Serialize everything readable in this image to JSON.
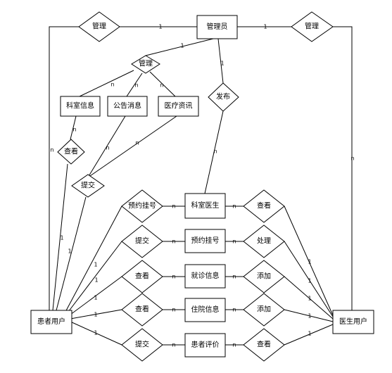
{
  "entities": {
    "admin": "管理员",
    "patient": "患者用户",
    "doctor": "医生用户",
    "dept_info": "科室信息",
    "notice": "公告消息",
    "medical_news": "医疗资讯",
    "dept_doctor": "科室医生",
    "reg_appointment": "预约挂号",
    "visit_info": "就诊信息",
    "inpatient_info": "住院信息",
    "patient_review": "患者评价"
  },
  "relations": {
    "admin_patient": "管理",
    "admin_doctor": "管理",
    "admin_items": "管理",
    "publish": "发布",
    "patient_view_dept": "查看",
    "submit_news": "提交",
    "patient_reserve": "预约挂号",
    "patient_submit_reg": "提交",
    "patient_view_visit": "查看",
    "patient_view_inpatient": "查看",
    "patient_submit_review": "提交",
    "doctor_view_deptdoc": "查看",
    "doctor_process_reg": "处理",
    "doctor_add_visit": "添加",
    "doctor_add_inpatient": "添加",
    "doctor_view_review": "查看"
  },
  "cardinalities": {
    "one": "1",
    "many": "n"
  }
}
